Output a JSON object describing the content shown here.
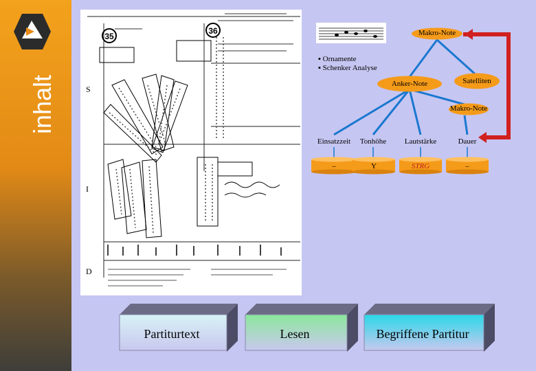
{
  "sidebar": {
    "title": "inhalt"
  },
  "score_image": {
    "numbers": [
      "35",
      "36"
    ]
  },
  "bullets": [
    "Ornamente",
    "Schenker Analyse"
  ],
  "nodes": {
    "makro_top": "Makro-Note",
    "anker": "Anker-Note",
    "satelliten": "Satelliten",
    "makro_right": "Makro-Note",
    "params": [
      "Einsatzzeit",
      "Tonhöhe",
      "Lautstärke",
      "Dauer"
    ],
    "values": [
      "–",
      "Y",
      "STRG",
      "–"
    ]
  },
  "buttons": [
    "Partiturtext",
    "Lesen",
    "Begriffene Partitur"
  ]
}
